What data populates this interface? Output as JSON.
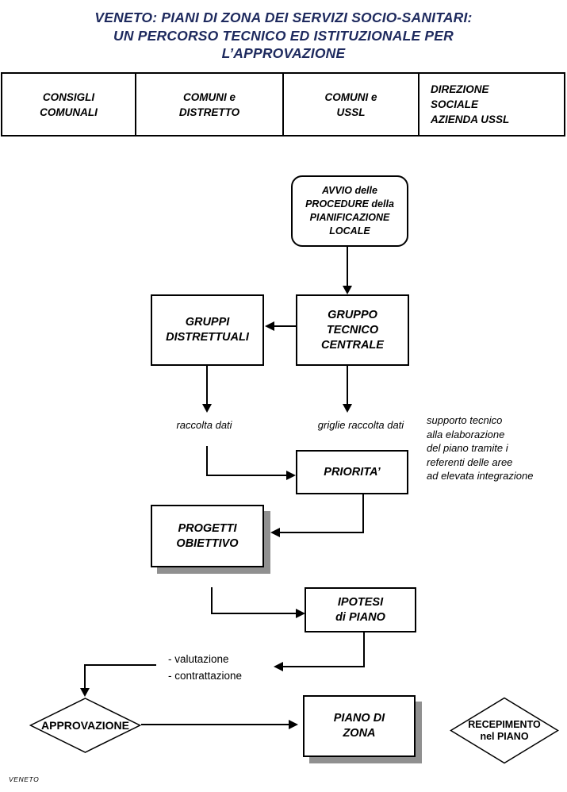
{
  "title": {
    "line1": "VENETO: PIANI DI ZONA DEI SERVIZI SOCIO-SANITARI:",
    "line2": "UN PERCORSO TECNICO ED ISTITUZIONALE PER",
    "line3": "L’APPROVAZIONE"
  },
  "header": {
    "columns": [
      {
        "id": "consigli-comunali",
        "lines": [
          "CONSIGLI",
          "COMUNALI"
        ]
      },
      {
        "id": "comuni-distretto",
        "lines": [
          "COMUNI e",
          "DISTRETTO"
        ]
      },
      {
        "id": "comuni-ussl",
        "lines": [
          "COMUNI e",
          "USSL"
        ]
      },
      {
        "id": "direzione-sociale",
        "lines": [
          "DIREZIONE",
          "SOCIALE",
          "AZIENDA USSL"
        ]
      }
    ]
  },
  "nodes": {
    "avvio": {
      "lines": [
        "AVVIO delle",
        "PROCEDURE della",
        "PIANIFICAZIONE",
        "LOCALE"
      ]
    },
    "gruppi_distrettuali": {
      "lines": [
        "GRUPPI",
        "DISTRETTUALI"
      ]
    },
    "gruppo_tecnico_centrale": {
      "lines": [
        "GRUPPO",
        "TECNICO",
        "CENTRALE"
      ]
    },
    "priorita": {
      "lines": [
        "PRIORITA’"
      ]
    },
    "progetti_obiettivo": {
      "lines": [
        "PROGETTI",
        "OBIETTIVO"
      ]
    },
    "ipotesi_di_piano": {
      "lines": [
        "IPOTESI",
        "di PIANO"
      ]
    },
    "approvazione": {
      "label": "APPROVAZIONE"
    },
    "piano_di_zona": {
      "lines": [
        "PIANO DI",
        "ZONA"
      ]
    },
    "recepimento": {
      "lines": [
        "RECEPIMENTO",
        "nel PIANO"
      ]
    }
  },
  "annotations": {
    "raccolta_dati": "raccolta dati",
    "griglie_raccolta_dati": "griglie raccolta dati",
    "supporto_tecnico": [
      "supporto tecnico",
      "alla elaborazione",
      "del piano tramite i",
      "referenti delle aree",
      "ad elevata integrazione"
    ],
    "valutazione": [
      "- valutazione",
      "- contrattazione"
    ]
  },
  "footer": {
    "label": "VENETO"
  },
  "colors": {
    "title_text": "#1e2a5e",
    "box_shadow": "#909090",
    "line": "#000000",
    "background": "#ffffff"
  }
}
